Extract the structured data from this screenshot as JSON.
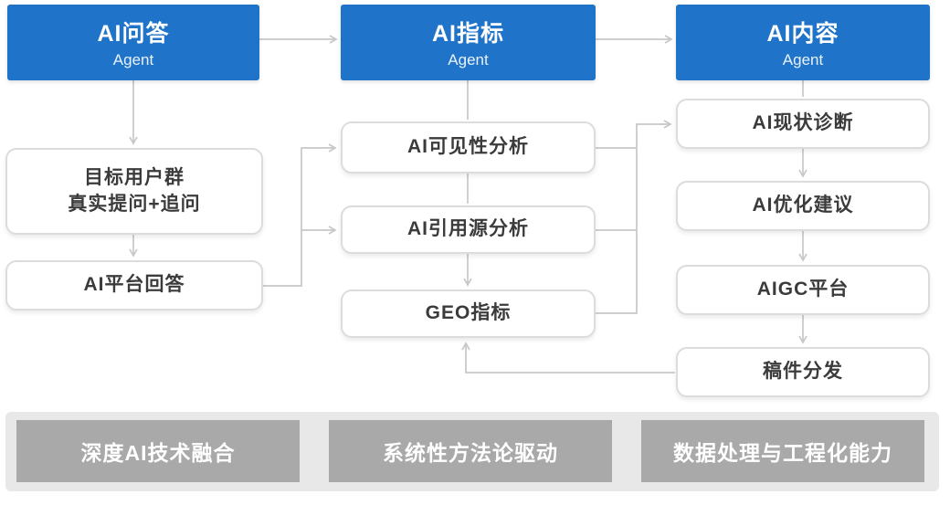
{
  "colors": {
    "header_blue": "#1f73c9",
    "box_border": "#dcdcdc",
    "connector_gray": "#c7c7c7",
    "footer_strip_bg": "#e8e8e8",
    "footer_box_bg": "#a9a9a9"
  },
  "columns": [
    {
      "header_title": "AI问答",
      "header_subtitle": "Agent",
      "boxes": [
        "目标用户群\n真实提问+追问",
        "AI平台回答"
      ]
    },
    {
      "header_title": "AI指标",
      "header_subtitle": "Agent",
      "boxes": [
        "AI可见性分析",
        "AI引用源分析",
        "GEO指标"
      ]
    },
    {
      "header_title": "AI内容",
      "header_subtitle": "Agent",
      "boxes": [
        "AI现状诊断",
        "AI优化建议",
        "AIGC平台",
        "稿件分发"
      ]
    }
  ],
  "footer": {
    "items": [
      "深度AI技术融合",
      "系统性方法论驱动",
      "数据处理与工程化能力"
    ]
  }
}
